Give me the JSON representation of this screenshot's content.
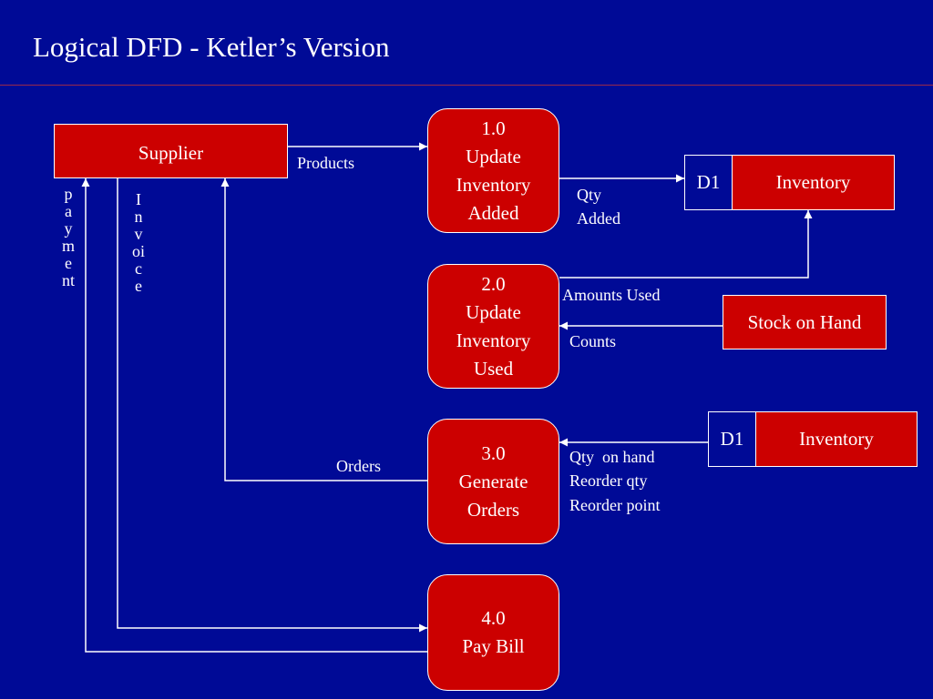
{
  "title": "Logical DFD - Ketler’s Version",
  "entities": {
    "supplier": "Supplier",
    "stock_on_hand": "Stock on Hand"
  },
  "processes": [
    {
      "number": "1.0",
      "lines": [
        "Update",
        "Inventory",
        "Added"
      ]
    },
    {
      "number": "2.0",
      "lines": [
        "Update",
        "Inventory",
        "Used"
      ]
    },
    {
      "number": "3.0",
      "lines": [
        "Generate",
        "Orders"
      ]
    },
    {
      "number": "4.0",
      "lines": [
        "Pay Bill"
      ]
    }
  ],
  "data_stores": [
    {
      "id": "D1",
      "name": "Inventory"
    },
    {
      "id": "D1",
      "name": "Inventory"
    }
  ],
  "flows": {
    "products": "Products",
    "qty_added_1": "Qty",
    "qty_added_2": "Added",
    "amounts_used": "Amounts Used",
    "counts": "Counts",
    "orders": "Orders",
    "qty_on_hand": "Qty  on hand",
    "reorder_qty": "Reorder qty",
    "reorder_point": "Reorder point",
    "payment": "payment",
    "invoice": "Invoice"
  },
  "colors": {
    "background": "#000A96",
    "box_fill": "#CC0000",
    "line": "#FFFFFF"
  }
}
